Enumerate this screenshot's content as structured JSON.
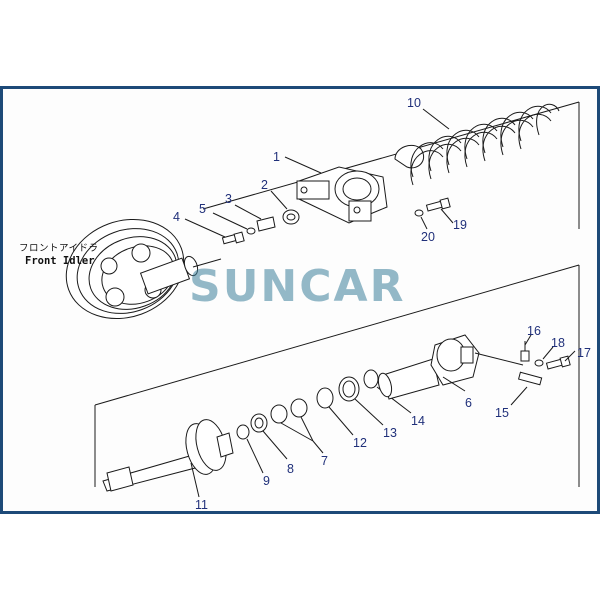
{
  "title_jp": "フロントアイドラ",
  "title_en": "Front Idler",
  "watermark": "SUNCAR",
  "colors": {
    "border": "#1d4a78",
    "label": "#20307a",
    "watermark": "#3d7f9b"
  },
  "labels": {
    "l1": "1",
    "l2": "2",
    "l3": "3",
    "l4": "4",
    "l5": "5",
    "l6": "6",
    "l7": "7",
    "l8": "8",
    "l9": "9",
    "l10": "10",
    "l11": "11",
    "l12": "12",
    "l13": "13",
    "l14": "14",
    "l15": "15",
    "l16": "16",
    "l17": "17",
    "l18": "18",
    "l19": "19",
    "l20": "20"
  }
}
